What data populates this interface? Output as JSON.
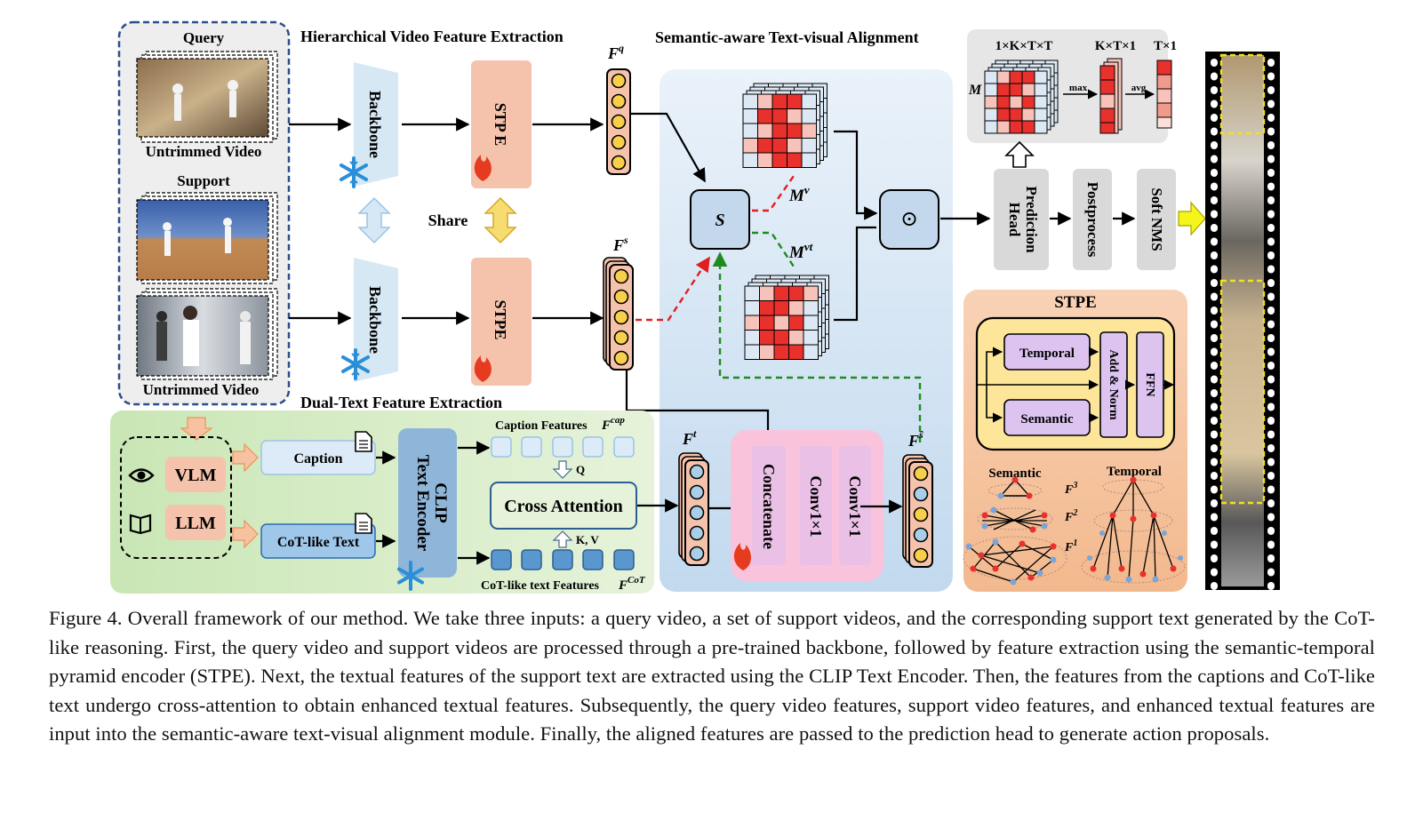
{
  "sections": {
    "hier_title": "Hierarchical Video Feature Extraction",
    "align_title": "Semantic-aware Text-visual Alignment",
    "dual_text_title": "Dual-Text Feature Extraction"
  },
  "inputs": {
    "query_label": "Query",
    "support_label": "Support",
    "untrimmed_top": "Untrimmed Video",
    "untrimmed_bottom": "Untrimmed Video"
  },
  "modules": {
    "backbone": "Backbone",
    "stpe": "STPE",
    "stpe_top": "STP E",
    "share": "Share",
    "vlm": "VLM",
    "llm": "LLM",
    "caption": "Caption",
    "cot_text": "CoT-like Text",
    "clip_line1": "CLIP",
    "clip_line2": "Text Encoder",
    "caption_features": "Caption Features",
    "cot_features": "CoT-like text Features",
    "cross_attention": "Cross Attention",
    "q_label": "Q",
    "kv_label": "K, V",
    "concatenate": "Concatenate",
    "conv1": "Conv1×1",
    "conv2": "Conv1×1",
    "similarity": "S",
    "dot": "⊙",
    "prediction_head_1": "Prediction",
    "prediction_head_2": "Head",
    "postprocess": "Postprocess",
    "soft_nms": "Soft NMS"
  },
  "features": {
    "fq": "F",
    "fq_sup": "q",
    "fs": "F",
    "fs_sup": "s",
    "ft": "F",
    "ft_sup": "t",
    "fshat": "F",
    "fshat_sup": "ŝ",
    "fcap": "F",
    "fcap_sup": "cap",
    "fcot": "F",
    "fcot_sup": "CoT",
    "mv": "M",
    "mv_sup": "v",
    "mvt": "M",
    "mvt_sup": "vt",
    "m": "M"
  },
  "output_panel": {
    "dim1": "1×K×T×T",
    "dim2": "K×T×1",
    "dim3": "T×1",
    "max": "max",
    "avg": "avg"
  },
  "stpe_detail": {
    "title": "STPE",
    "temporal": "Temporal",
    "semantic": "Semantic",
    "add_norm": "Add & Norm",
    "ffn": "FFN",
    "pyr_semantic": "Semantic",
    "pyr_temporal": "Temporal",
    "f3": "F",
    "f3_sup": "3",
    "f2": "F",
    "f2_sup": "2",
    "f1": "F",
    "f1_sup": "1"
  },
  "caption": "Figure 4. Overall framework of our method. We take three inputs: a query video, a set of support videos, and the corresponding support text generated by the CoT-like reasoning. First, the query video and support videos are processed through a pre-trained backbone, followed by feature extraction using the semantic-temporal pyramid encoder (STPE). Next, the textual features of the support text are extracted using the CLIP Text Encoder. Then, the features from the captions and CoT-like text undergo cross-attention to obtain enhanced textual features. Subsequently, the query video features, support video features, and enhanced textual features are input into the semantic-aware text-visual alignment module. Finally, the aligned features are passed to the prediction head to generate action proposals.",
  "colors": {
    "backbone": "#d6e8f3",
    "stpe": "#f5c3ac",
    "alignment_bg": "#cfe0f0",
    "text_bg": "#cfe6bd",
    "stpe_panel": "#f6c8a8",
    "heat_dark": "#e8312c",
    "heat_light": "#f7c2ba",
    "red_dash": "#e02020",
    "green_dash": "#1f8a1f"
  }
}
